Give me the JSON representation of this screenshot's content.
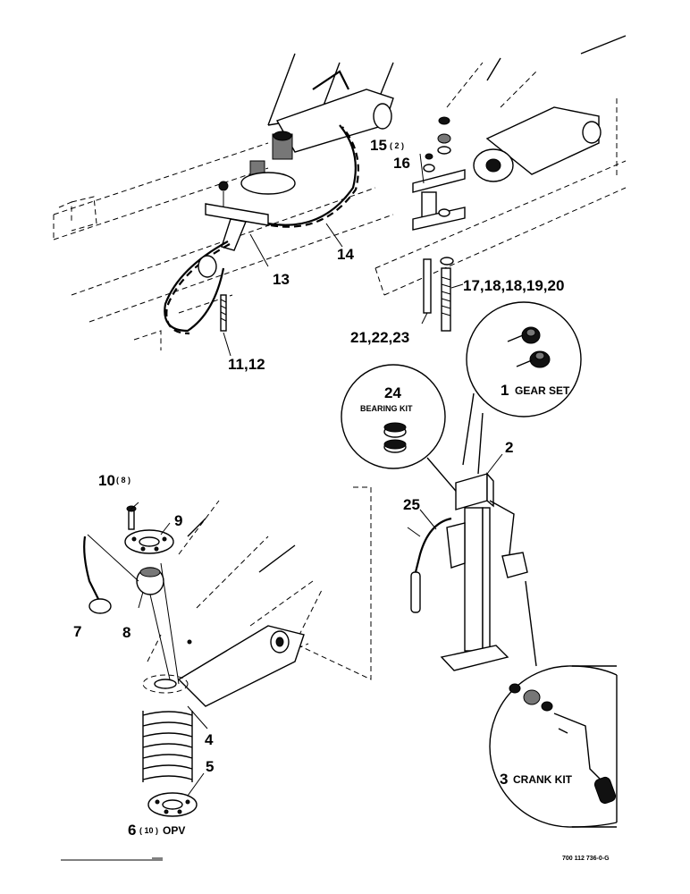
{
  "labels": {
    "p1": "1",
    "p1_text": "GEAR SET",
    "p2": "2",
    "p3": "3",
    "p3_text": "CRANK KIT",
    "p4": "4",
    "p5": "5",
    "p6": "6",
    "p6_qty": "( 10 )",
    "p6_text": "OPV",
    "p7": "7",
    "p8": "8",
    "p9": "9",
    "p10": "10",
    "p10_qty": "( 8 )",
    "p11": "11,12",
    "p13": "13",
    "p14": "14",
    "p15": "15",
    "p15_qty": "( 2 )",
    "p16": "16",
    "p17": "17,18,18,19,20",
    "p21": "21,22,23",
    "p24": "24",
    "p24_text": "BEARING KIT",
    "p25": "25"
  },
  "drawing_number": "700 112 736-0-G"
}
